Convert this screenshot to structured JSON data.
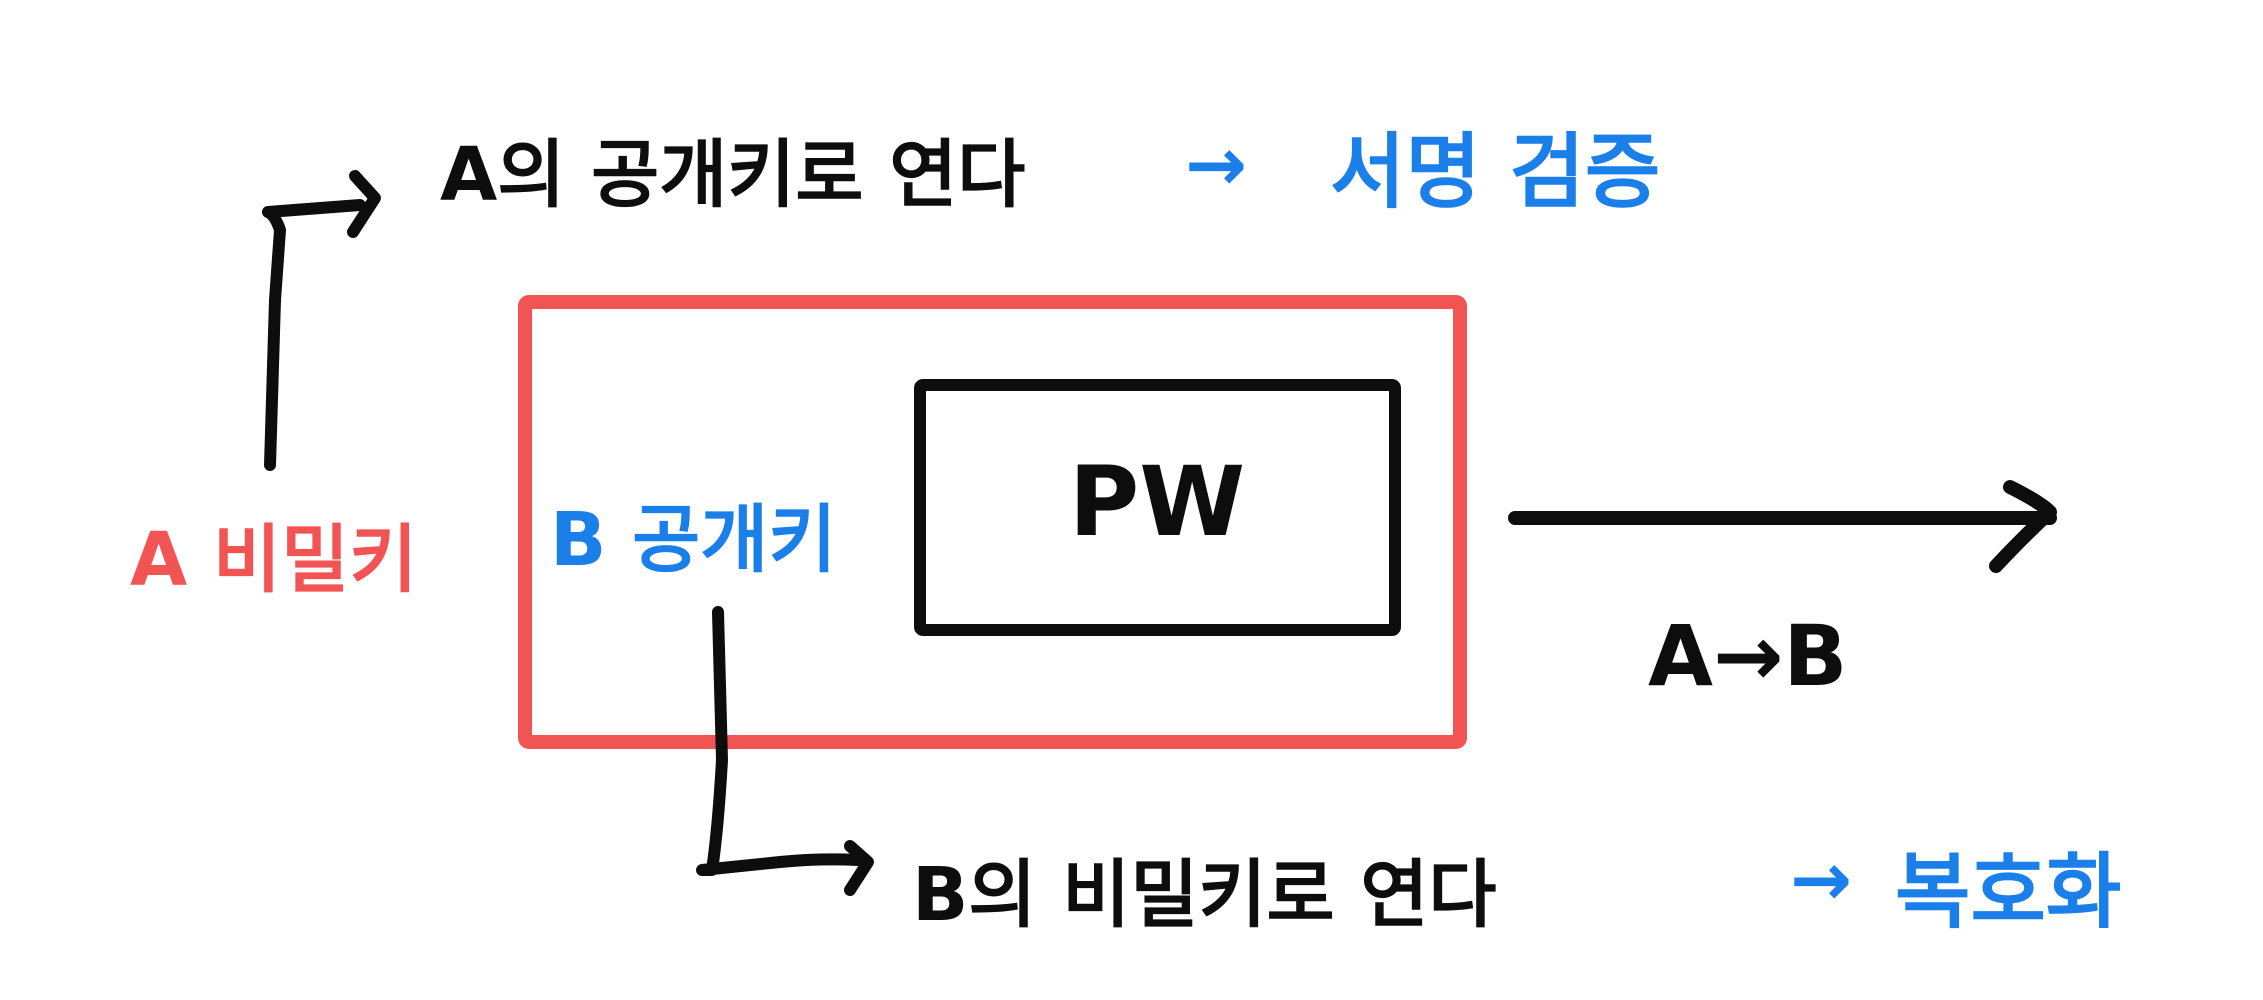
{
  "colors": {
    "red": "#f25454",
    "blue": "#1a7fe8",
    "black": "#0d0d0d"
  },
  "labels": {
    "a_private_key": "A 비밀키",
    "b_public_key": "B 공개키",
    "pw": "PW",
    "a_to_b": "A→B",
    "top_note_black": "A의 공개키로 연다",
    "top_note_arrow": "→",
    "top_note_blue": "서명 검증",
    "bottom_note_black": "B의 비밀키로 연다",
    "bottom_note_arrow": "→",
    "bottom_note_blue": "복호화"
  }
}
